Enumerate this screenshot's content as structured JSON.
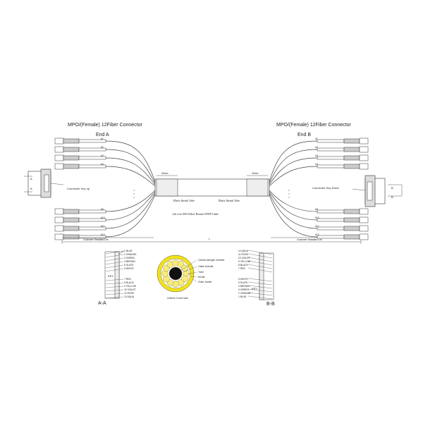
{
  "end_a": {
    "connector_title": "MPO/(Female) 12Fiber Connector",
    "end_label": "End A",
    "key_label": "Connector Key up",
    "section_label": "A-A",
    "legs_top": [
      "#1",
      "#2",
      "#3",
      "#4"
    ],
    "legs_bottom": [
      "#9",
      "#10",
      "#11",
      "#12"
    ],
    "side_labels": [
      "A",
      "A"
    ],
    "leg_length_label": "Customer Standard Len",
    "breakout_label": "Black Shrink Tube",
    "dim_label": "30mm"
  },
  "end_b": {
    "connector_title": "MPO/(Female) 12Fiber Connector",
    "end_label": "End B",
    "key_label": "Connector Key Down",
    "section_label": "B-B",
    "legs_top": [
      "#1",
      "#2",
      "#3",
      "#4"
    ],
    "legs_bottom": [
      "#9",
      "#10",
      "#11",
      "#12"
    ],
    "side_labels": [
      "B",
      "B"
    ],
    "leg_length_label": "Customer Standard Len",
    "breakout_label": "Black Shrink Tube",
    "dim_label": "30mm"
  },
  "cable": {
    "description": "144 core SM Yellow Round OFNP Cable",
    "length_label": "L"
  },
  "fiber_colors_a": [
    "1 BLUE",
    "2 ORANGE",
    "3 GREEN",
    "4 BROWN",
    "5 SLATE",
    "6 WHITE",
    "7 RED",
    "8 BLACK",
    "9 YELLOW",
    "10 VIOLET",
    "11 ROSE",
    "12 AQUA"
  ],
  "fiber_colors_b": [
    "12 AQUA",
    "11 ROSE",
    "10 VIOLET",
    "9 YELLOW",
    "8 BLACK",
    "7 RED",
    "6 WHITE",
    "5 SLATE",
    "4 BROWN",
    "3 GREEN",
    "2 ORANGE",
    "1 BLUE"
  ],
  "key_text": "KEY",
  "cross_section": {
    "labels": [
      "Central strength member",
      "Cable Subunit",
      "Tube",
      "Kevlar",
      "Outer Jacket"
    ],
    "caption": "Uniform 3 core tube",
    "jacket_color": "#f2e11a",
    "subunit_color": "#f7ec7a",
    "core_color": "#111111"
  }
}
